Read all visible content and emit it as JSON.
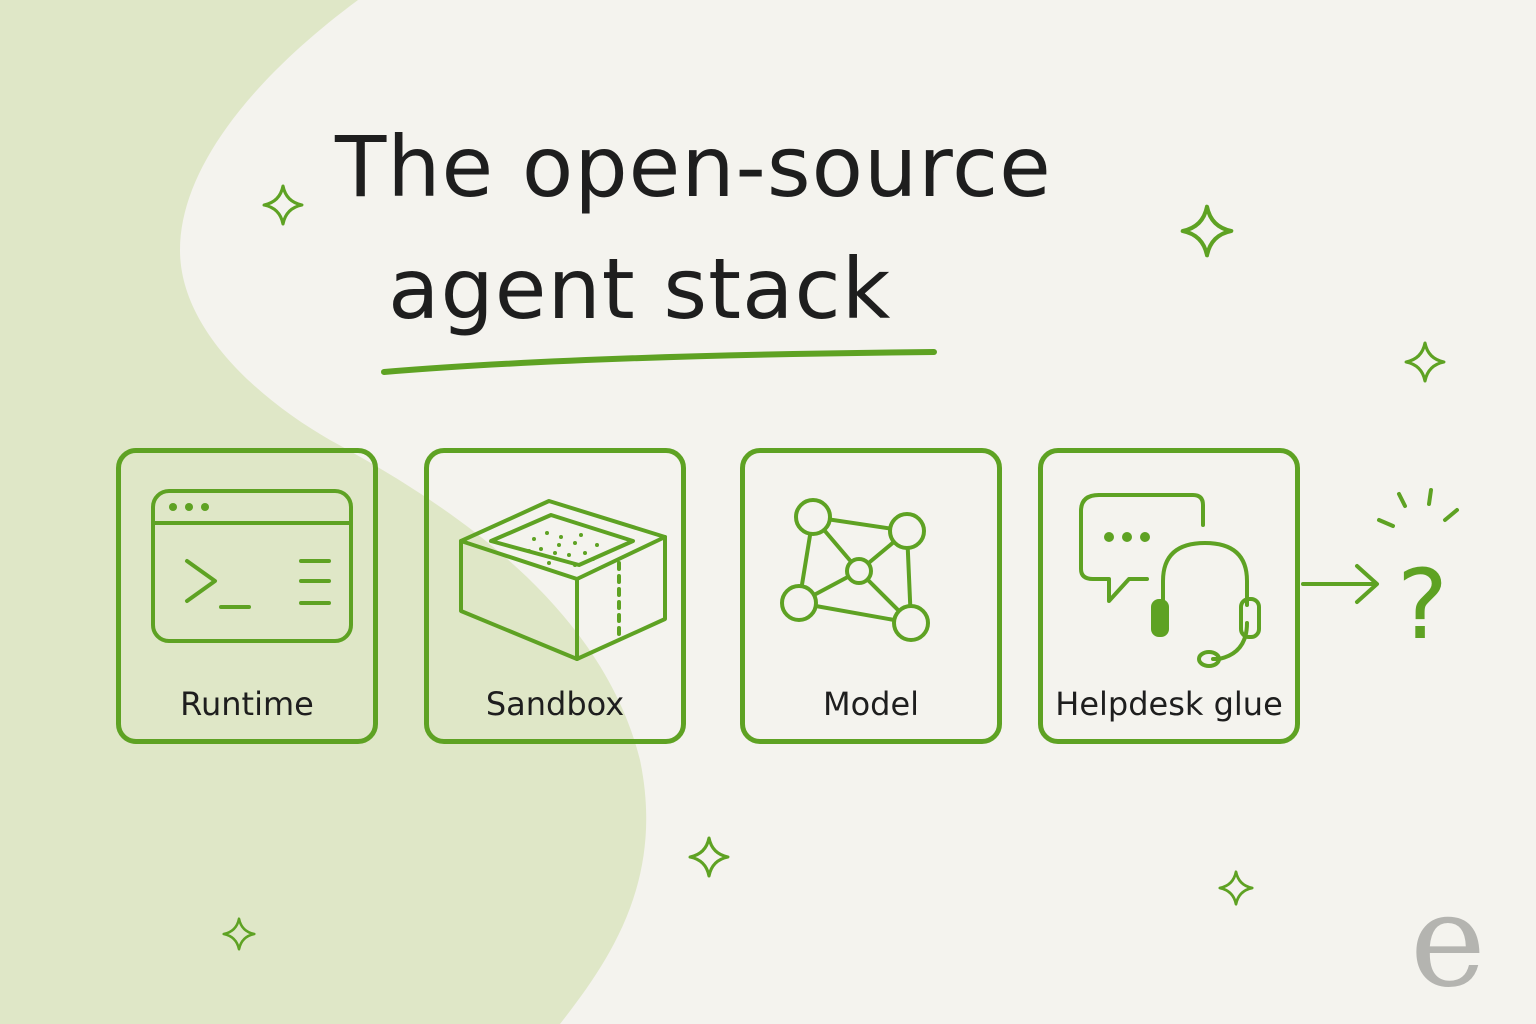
{
  "title": {
    "line1": "The open-source",
    "line2": "agent stack"
  },
  "cards": [
    {
      "label": "Runtime",
      "icon": "terminal-window-icon"
    },
    {
      "label": "Sandbox",
      "icon": "sandbox-box-icon"
    },
    {
      "label": "Model",
      "icon": "network-graph-icon"
    },
    {
      "label": "Helpdesk glue",
      "icon": "headset-chat-icon"
    }
  ],
  "next_step": {
    "icon": "arrow-right-icon",
    "symbol": "?"
  },
  "logo": {
    "letter": "e"
  },
  "colors": {
    "accent": "#5ea223",
    "background": "#f4f3ee",
    "blob": "#dfe7c7",
    "text": "#1e1e1e",
    "logo": "#b4b4b0"
  }
}
